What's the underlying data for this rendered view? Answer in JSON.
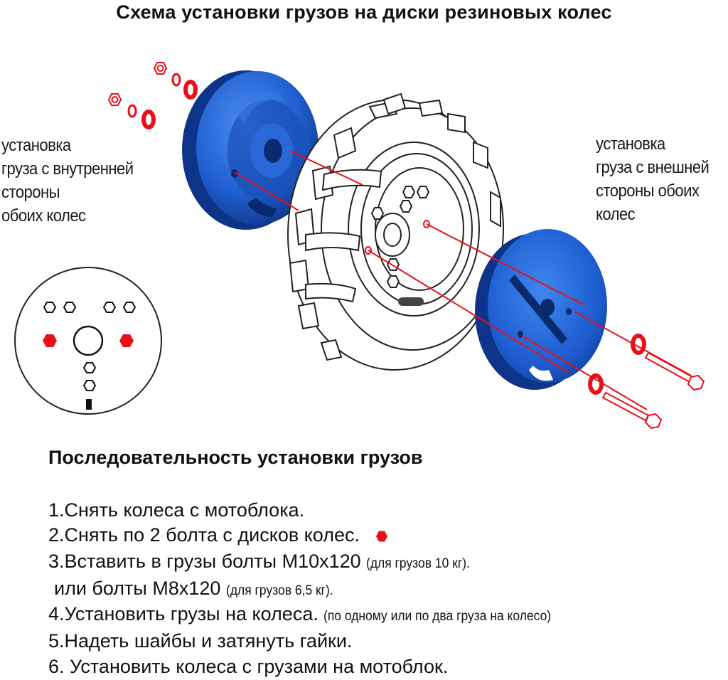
{
  "title": "Схема установки грузов на диски резиновых колес",
  "labels": {
    "inner": [
      "установка",
      "груза с внутренней",
      "стороны",
      "обоих колес"
    ],
    "outer": [
      "установка",
      "груза с внешней",
      "стороны обоих",
      "колес"
    ]
  },
  "sequence": {
    "title": "Последовательность установки грузов",
    "step1": "1.Снять колеса с мотоблока.",
    "step2": "2.Снять по 2 болта с дисков колес.",
    "step3": "3.Вставить в грузы болты М10х120",
    "step3_note": "(для грузов 10 кг).",
    "step3b": "или болты М8х120",
    "step3b_note": "(для грузов 6,5 кг).",
    "step4": "4.Установить грузы на колеса.",
    "step4_note": "(по одному или по два груза на колесо)",
    "step5": "5.Надеть шайбы и затянуть гайки.",
    "step6": "6. Установить колеса с грузами на мотоблок."
  },
  "colors": {
    "weight_blue": "#1f5fd0",
    "accent_red": "#e8101a",
    "tire_line": "#222222"
  },
  "icons": {
    "marker": "red-hexagon-icon"
  }
}
